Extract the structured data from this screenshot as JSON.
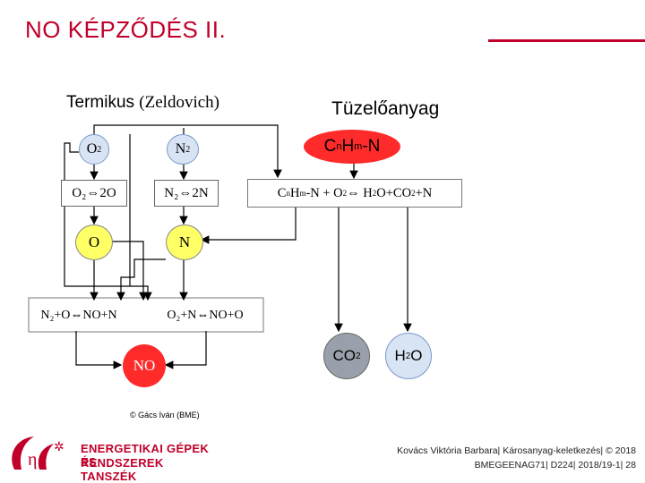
{
  "slide": {
    "title": "NO KÉPZŐDÉS II.",
    "accent_color": "#c0002a"
  },
  "thermal": {
    "heading_main": "Termikus ",
    "heading_paren": "(Zeldovich)",
    "o2_base": "O",
    "o2_sub": "2",
    "n2_base": "N",
    "n2_sub": "2",
    "diss_o2": "O₂⇔2O",
    "diss_n2": "N₂⇔2N",
    "o_atom": "O",
    "n_atom": "N",
    "reaction_left": "N₂+O⇔NO+N",
    "reaction_right": "O₂+N⇔NO+O",
    "product": "NO"
  },
  "fuel": {
    "heading": "Tüzelőanyag",
    "fuel_c": "C",
    "fuel_n": "n",
    "fuel_h": "H",
    "fuel_m": "m",
    "fuel_rest": "-N",
    "eq_c": "C",
    "eq_n": "n",
    "eq_h": "H",
    "eq_m": "m",
    "eq_mid": "-N + O",
    "eq_sub1": "2",
    "eq_arrow": " ⇔ H",
    "eq_sub2": "2",
    "eq_mid2": "O+CO",
    "eq_sub3": "2",
    "eq_end": "+N",
    "co2_base": "CO",
    "co2_sub": "2",
    "h2o_a": "H",
    "h2o_sub": "2",
    "h2o_b": "O"
  },
  "credit": "© Gács Iván (BME)",
  "footer": {
    "line1": "Kovács Viktória Barbara| Károsanyag-keletkezés| © 2018",
    "line2": "BMEGEENAG71| D224| 2018/19-1| 28"
  },
  "logo": {
    "line1": "ENERGETIKAI GÉPEK ÉS",
    "line2": "RENDSZEREK TANSZÉK"
  }
}
